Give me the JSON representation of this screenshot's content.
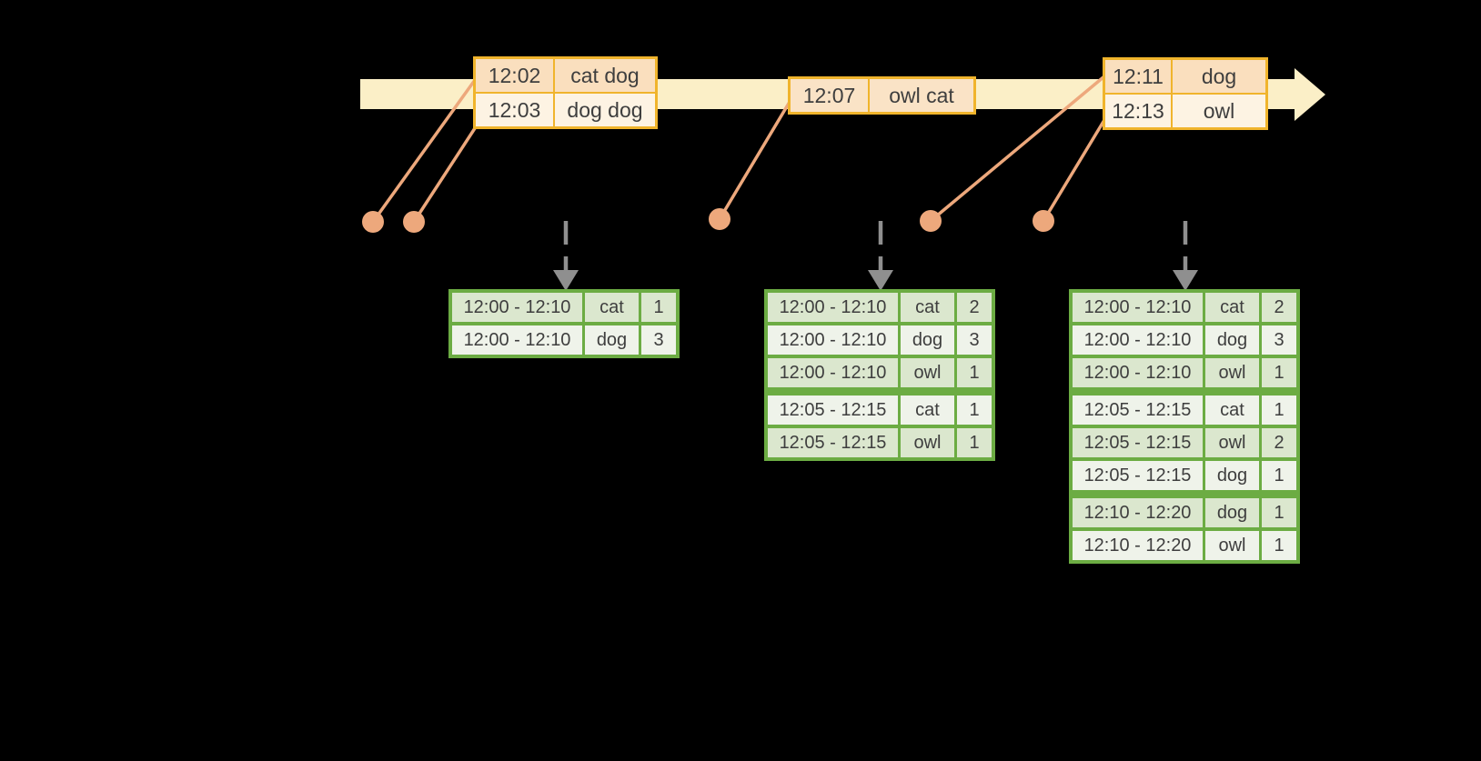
{
  "timeline": {
    "event_tables": [
      {
        "rows": [
          {
            "time": "12:02",
            "words": "cat dog"
          },
          {
            "time": "12:03",
            "words": "dog dog"
          }
        ]
      },
      {
        "rows": [
          {
            "time": "12:07",
            "words": "owl cat"
          }
        ]
      },
      {
        "rows": [
          {
            "time": "12:11",
            "words": "dog"
          },
          {
            "time": "12:13",
            "words": "owl"
          }
        ]
      }
    ]
  },
  "result_tables": [
    {
      "rows": [
        {
          "window": "12:00 - 12:10",
          "word": "cat",
          "count": "1"
        },
        {
          "window": "12:00 - 12:10",
          "word": "dog",
          "count": "3"
        }
      ]
    },
    {
      "rows": [
        {
          "window": "12:00 - 12:10",
          "word": "cat",
          "count": "2"
        },
        {
          "window": "12:00 - 12:10",
          "word": "dog",
          "count": "3"
        },
        {
          "window": "12:00 - 12:10",
          "word": "owl",
          "count": "1"
        },
        {
          "window": "12:05 - 12:15",
          "word": "cat",
          "count": "1"
        },
        {
          "window": "12:05 - 12:15",
          "word": "owl",
          "count": "1"
        }
      ]
    },
    {
      "rows": [
        {
          "window": "12:00 - 12:10",
          "word": "cat",
          "count": "2"
        },
        {
          "window": "12:00 - 12:10",
          "word": "dog",
          "count": "3"
        },
        {
          "window": "12:00 - 12:10",
          "word": "owl",
          "count": "1"
        },
        {
          "window": "12:05 - 12:15",
          "word": "cat",
          "count": "1"
        },
        {
          "window": "12:05 - 12:15",
          "word": "owl",
          "count": "2"
        },
        {
          "window": "12:05 - 12:15",
          "word": "dog",
          "count": "1"
        },
        {
          "window": "12:10 - 12:20",
          "word": "dog",
          "count": "1"
        },
        {
          "window": "12:10 - 12:20",
          "word": "owl",
          "count": "1"
        }
      ]
    }
  ],
  "colors": {
    "background": "#000000",
    "timeline_band": "#FBEFC7",
    "event_table_border": "#F0B42C",
    "event_row_dark": "#FADFBE",
    "event_row_light": "#FDF3E3",
    "event_row_mid": "#FAE3C6",
    "connector_salmon": "#EDA87C",
    "result_table_border": "#6CAC43",
    "result_row_dark": "#DBE7CE",
    "result_row_light": "#EFF3EA",
    "trigger_arrow_gray": "#8F8F8F",
    "text": "#3E3E3E"
  }
}
